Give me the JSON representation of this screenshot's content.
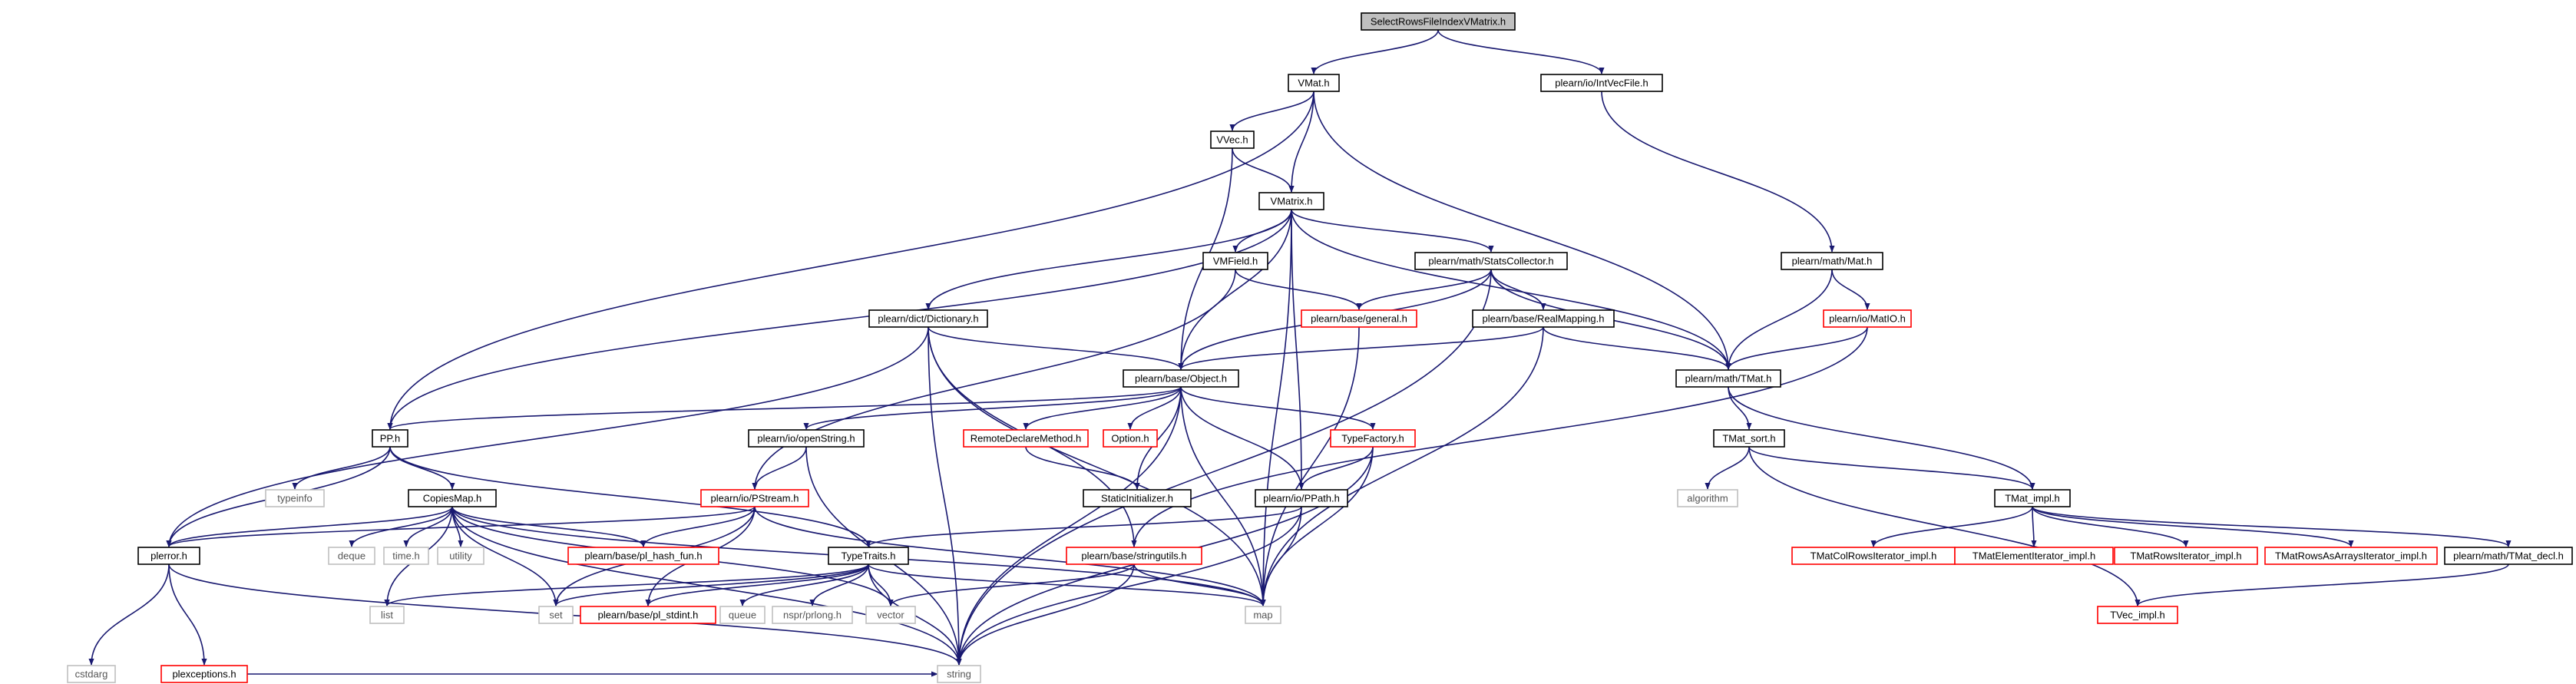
{
  "colors": {
    "edge": "#191970",
    "node_border_black": "#000000",
    "node_border_red": "#ff0000",
    "node_border_gray": "#bfbfbf",
    "root_fill": "#bfbfbf",
    "label_text": "#000000",
    "system_label_text": "#555555"
  },
  "nodes": [
    {
      "id": "root",
      "label": "SelectRowsFileIndexVMatrix.h",
      "style": "root"
    },
    {
      "id": "vmat",
      "label": "VMat.h",
      "style": "black"
    },
    {
      "id": "intvecfile",
      "label": "plearn/io/IntVecFile.h",
      "style": "black"
    },
    {
      "id": "vvec",
      "label": "VVec.h",
      "style": "black"
    },
    {
      "id": "vmatrix",
      "label": "VMatrix.h",
      "style": "black"
    },
    {
      "id": "mat",
      "label": "plearn/math/Mat.h",
      "style": "black"
    },
    {
      "id": "vmfield",
      "label": "VMField.h",
      "style": "black"
    },
    {
      "id": "statscollector",
      "label": "plearn/math/StatsCollector.h",
      "style": "black"
    },
    {
      "id": "matio",
      "label": "plearn/io/MatIO.h",
      "style": "red"
    },
    {
      "id": "general",
      "label": "plearn/base/general.h",
      "style": "red"
    },
    {
      "id": "dictionary",
      "label": "plearn/dict/Dictionary.h",
      "style": "black"
    },
    {
      "id": "realmapping",
      "label": "plearn/base/RealMapping.h",
      "style": "black"
    },
    {
      "id": "object",
      "label": "plearn/base/Object.h",
      "style": "black"
    },
    {
      "id": "tmat",
      "label": "plearn/math/TMat.h",
      "style": "black"
    },
    {
      "id": "pp",
      "label": "PP.h",
      "style": "black"
    },
    {
      "id": "openstring",
      "label": "plearn/io/openString.h",
      "style": "black"
    },
    {
      "id": "remotedeclare",
      "label": "RemoteDeclareMethod.h",
      "style": "red"
    },
    {
      "id": "option",
      "label": "Option.h",
      "style": "red"
    },
    {
      "id": "typefactory",
      "label": "TypeFactory.h",
      "style": "red"
    },
    {
      "id": "tmatsort",
      "label": "TMat_sort.h",
      "style": "black"
    },
    {
      "id": "typeinfo",
      "label": "typeinfo",
      "style": "gray"
    },
    {
      "id": "copiesmap",
      "label": "CopiesMap.h",
      "style": "black"
    },
    {
      "id": "pstream",
      "label": "plearn/io/PStream.h",
      "style": "red"
    },
    {
      "id": "staticinit",
      "label": "StaticInitializer.h",
      "style": "black"
    },
    {
      "id": "ppath",
      "label": "plearn/io/PPath.h",
      "style": "black"
    },
    {
      "id": "algorithm",
      "label": "algorithm",
      "style": "gray"
    },
    {
      "id": "tmatimpl",
      "label": "TMat_impl.h",
      "style": "black"
    },
    {
      "id": "plerror",
      "label": "plerror.h",
      "style": "black"
    },
    {
      "id": "deque",
      "label": "deque",
      "style": "gray"
    },
    {
      "id": "timeh",
      "label": "time.h",
      "style": "gray"
    },
    {
      "id": "utility",
      "label": "utility",
      "style": "gray"
    },
    {
      "id": "plhashfun",
      "label": "plearn/base/pl_hash_fun.h",
      "style": "red"
    },
    {
      "id": "typetraits",
      "label": "TypeTraits.h",
      "style": "black"
    },
    {
      "id": "stringutils",
      "label": "plearn/base/stringutils.h",
      "style": "red"
    },
    {
      "id": "tmatcolrows",
      "label": "TMatColRowsIterator_impl.h",
      "style": "red"
    },
    {
      "id": "tmatelement",
      "label": "TMatElementIterator_impl.h",
      "style": "red"
    },
    {
      "id": "tmatrowsiter",
      "label": "TMatRowsIterator_impl.h",
      "style": "red"
    },
    {
      "id": "tmatrowsasarrays",
      "label": "TMatRowsAsArraysIterator_impl.h",
      "style": "red"
    },
    {
      "id": "tmatdecl",
      "label": "plearn/math/TMat_decl.h",
      "style": "black"
    },
    {
      "id": "list",
      "label": "list",
      "style": "gray"
    },
    {
      "id": "set",
      "label": "set",
      "style": "gray"
    },
    {
      "id": "plstdint",
      "label": "plearn/base/pl_stdint.h",
      "style": "red"
    },
    {
      "id": "queue",
      "label": "queue",
      "style": "gray"
    },
    {
      "id": "nsprlong",
      "label": "nspr/prlong.h",
      "style": "gray"
    },
    {
      "id": "vector",
      "label": "vector",
      "style": "gray"
    },
    {
      "id": "map",
      "label": "map",
      "style": "gray"
    },
    {
      "id": "cstdarg",
      "label": "cstdarg",
      "style": "gray"
    },
    {
      "id": "plexceptions",
      "label": "plexceptions.h",
      "style": "red"
    },
    {
      "id": "tvecimpl",
      "label": "TVec_impl.h",
      "style": "red"
    },
    {
      "id": "string",
      "label": "string",
      "style": "gray"
    }
  ],
  "edges": [
    [
      "root",
      "vmat"
    ],
    [
      "root",
      "intvecfile"
    ],
    [
      "vmat",
      "vvec"
    ],
    [
      "vmat",
      "vmatrix"
    ],
    [
      "vmat",
      "pp"
    ],
    [
      "vmat",
      "tmat"
    ],
    [
      "intvecfile",
      "mat"
    ],
    [
      "vvec",
      "vmatrix"
    ],
    [
      "vvec",
      "object"
    ],
    [
      "vmatrix",
      "vmfield"
    ],
    [
      "vmatrix",
      "statscollector"
    ],
    [
      "vmatrix",
      "dictionary"
    ],
    [
      "vmatrix",
      "object"
    ],
    [
      "vmatrix",
      "pp"
    ],
    [
      "vmatrix",
      "ppath"
    ],
    [
      "vmatrix",
      "map"
    ],
    [
      "vmatrix",
      "tmat"
    ],
    [
      "mat",
      "matio"
    ],
    [
      "mat",
      "tmat"
    ],
    [
      "vmfield",
      "general"
    ],
    [
      "vmfield",
      "pstream"
    ],
    [
      "statscollector",
      "general"
    ],
    [
      "statscollector",
      "realmapping"
    ],
    [
      "statscollector",
      "object"
    ],
    [
      "statscollector",
      "tmat"
    ],
    [
      "statscollector",
      "string"
    ],
    [
      "matio",
      "tmat"
    ],
    [
      "matio",
      "stringutils"
    ],
    [
      "general",
      "map"
    ],
    [
      "dictionary",
      "object"
    ],
    [
      "dictionary",
      "plerror"
    ],
    [
      "dictionary",
      "stringutils"
    ],
    [
      "dictionary",
      "map"
    ],
    [
      "dictionary",
      "string"
    ],
    [
      "realmapping",
      "object"
    ],
    [
      "realmapping",
      "tmat"
    ],
    [
      "realmapping",
      "map"
    ],
    [
      "object",
      "pp"
    ],
    [
      "object",
      "openstring"
    ],
    [
      "object",
      "remotedeclare"
    ],
    [
      "object",
      "option"
    ],
    [
      "object",
      "typefactory"
    ],
    [
      "object",
      "staticinit"
    ],
    [
      "object",
      "ppath"
    ],
    [
      "object",
      "map"
    ],
    [
      "object",
      "string"
    ],
    [
      "tmat",
      "tmatsort"
    ],
    [
      "tmat",
      "tmatimpl"
    ],
    [
      "pp",
      "typeinfo"
    ],
    [
      "pp",
      "copiesmap"
    ],
    [
      "pp",
      "plerror"
    ],
    [
      "pp",
      "typetraits"
    ],
    [
      "openstring",
      "pstream"
    ],
    [
      "openstring",
      "string"
    ],
    [
      "remotedeclare",
      "staticinit"
    ],
    [
      "typefactory",
      "ppath"
    ],
    [
      "typefactory",
      "map"
    ],
    [
      "typefactory",
      "string"
    ],
    [
      "tmatsort",
      "algorithm"
    ],
    [
      "tmatsort",
      "tmatimpl"
    ],
    [
      "tmatsort",
      "tvecimpl"
    ],
    [
      "copiesmap",
      "plerror"
    ],
    [
      "copiesmap",
      "deque"
    ],
    [
      "copiesmap",
      "timeh"
    ],
    [
      "copiesmap",
      "utility"
    ],
    [
      "copiesmap",
      "plhashfun"
    ],
    [
      "copiesmap",
      "list"
    ],
    [
      "copiesmap",
      "set"
    ],
    [
      "copiesmap",
      "vector"
    ],
    [
      "copiesmap",
      "map"
    ],
    [
      "copiesmap",
      "string"
    ],
    [
      "pstream",
      "plerror"
    ],
    [
      "pstream",
      "plhashfun"
    ],
    [
      "pstream",
      "plstdint"
    ],
    [
      "pstream",
      "set"
    ],
    [
      "pstream",
      "map"
    ],
    [
      "ppath",
      "typetraits"
    ],
    [
      "ppath",
      "map"
    ],
    [
      "ppath",
      "string"
    ],
    [
      "tmatimpl",
      "tmatcolrows"
    ],
    [
      "tmatimpl",
      "tmatelement"
    ],
    [
      "tmatimpl",
      "tmatrowsiter"
    ],
    [
      "tmatimpl",
      "tmatrowsasarrays"
    ],
    [
      "tmatimpl",
      "tmatdecl"
    ],
    [
      "plerror",
      "cstdarg"
    ],
    [
      "plerror",
      "plexceptions"
    ],
    [
      "plerror",
      "string"
    ],
    [
      "typetraits",
      "list"
    ],
    [
      "typetraits",
      "set"
    ],
    [
      "typetraits",
      "plstdint"
    ],
    [
      "typetraits",
      "queue"
    ],
    [
      "typetraits",
      "nsprlong"
    ],
    [
      "typetraits",
      "vector"
    ],
    [
      "typetraits",
      "map"
    ],
    [
      "typetraits",
      "string"
    ],
    [
      "stringutils",
      "vector"
    ],
    [
      "stringutils",
      "map"
    ],
    [
      "stringutils",
      "string"
    ],
    [
      "tmatdecl",
      "tvecimpl"
    ],
    [
      "plexceptions",
      "string"
    ]
  ]
}
